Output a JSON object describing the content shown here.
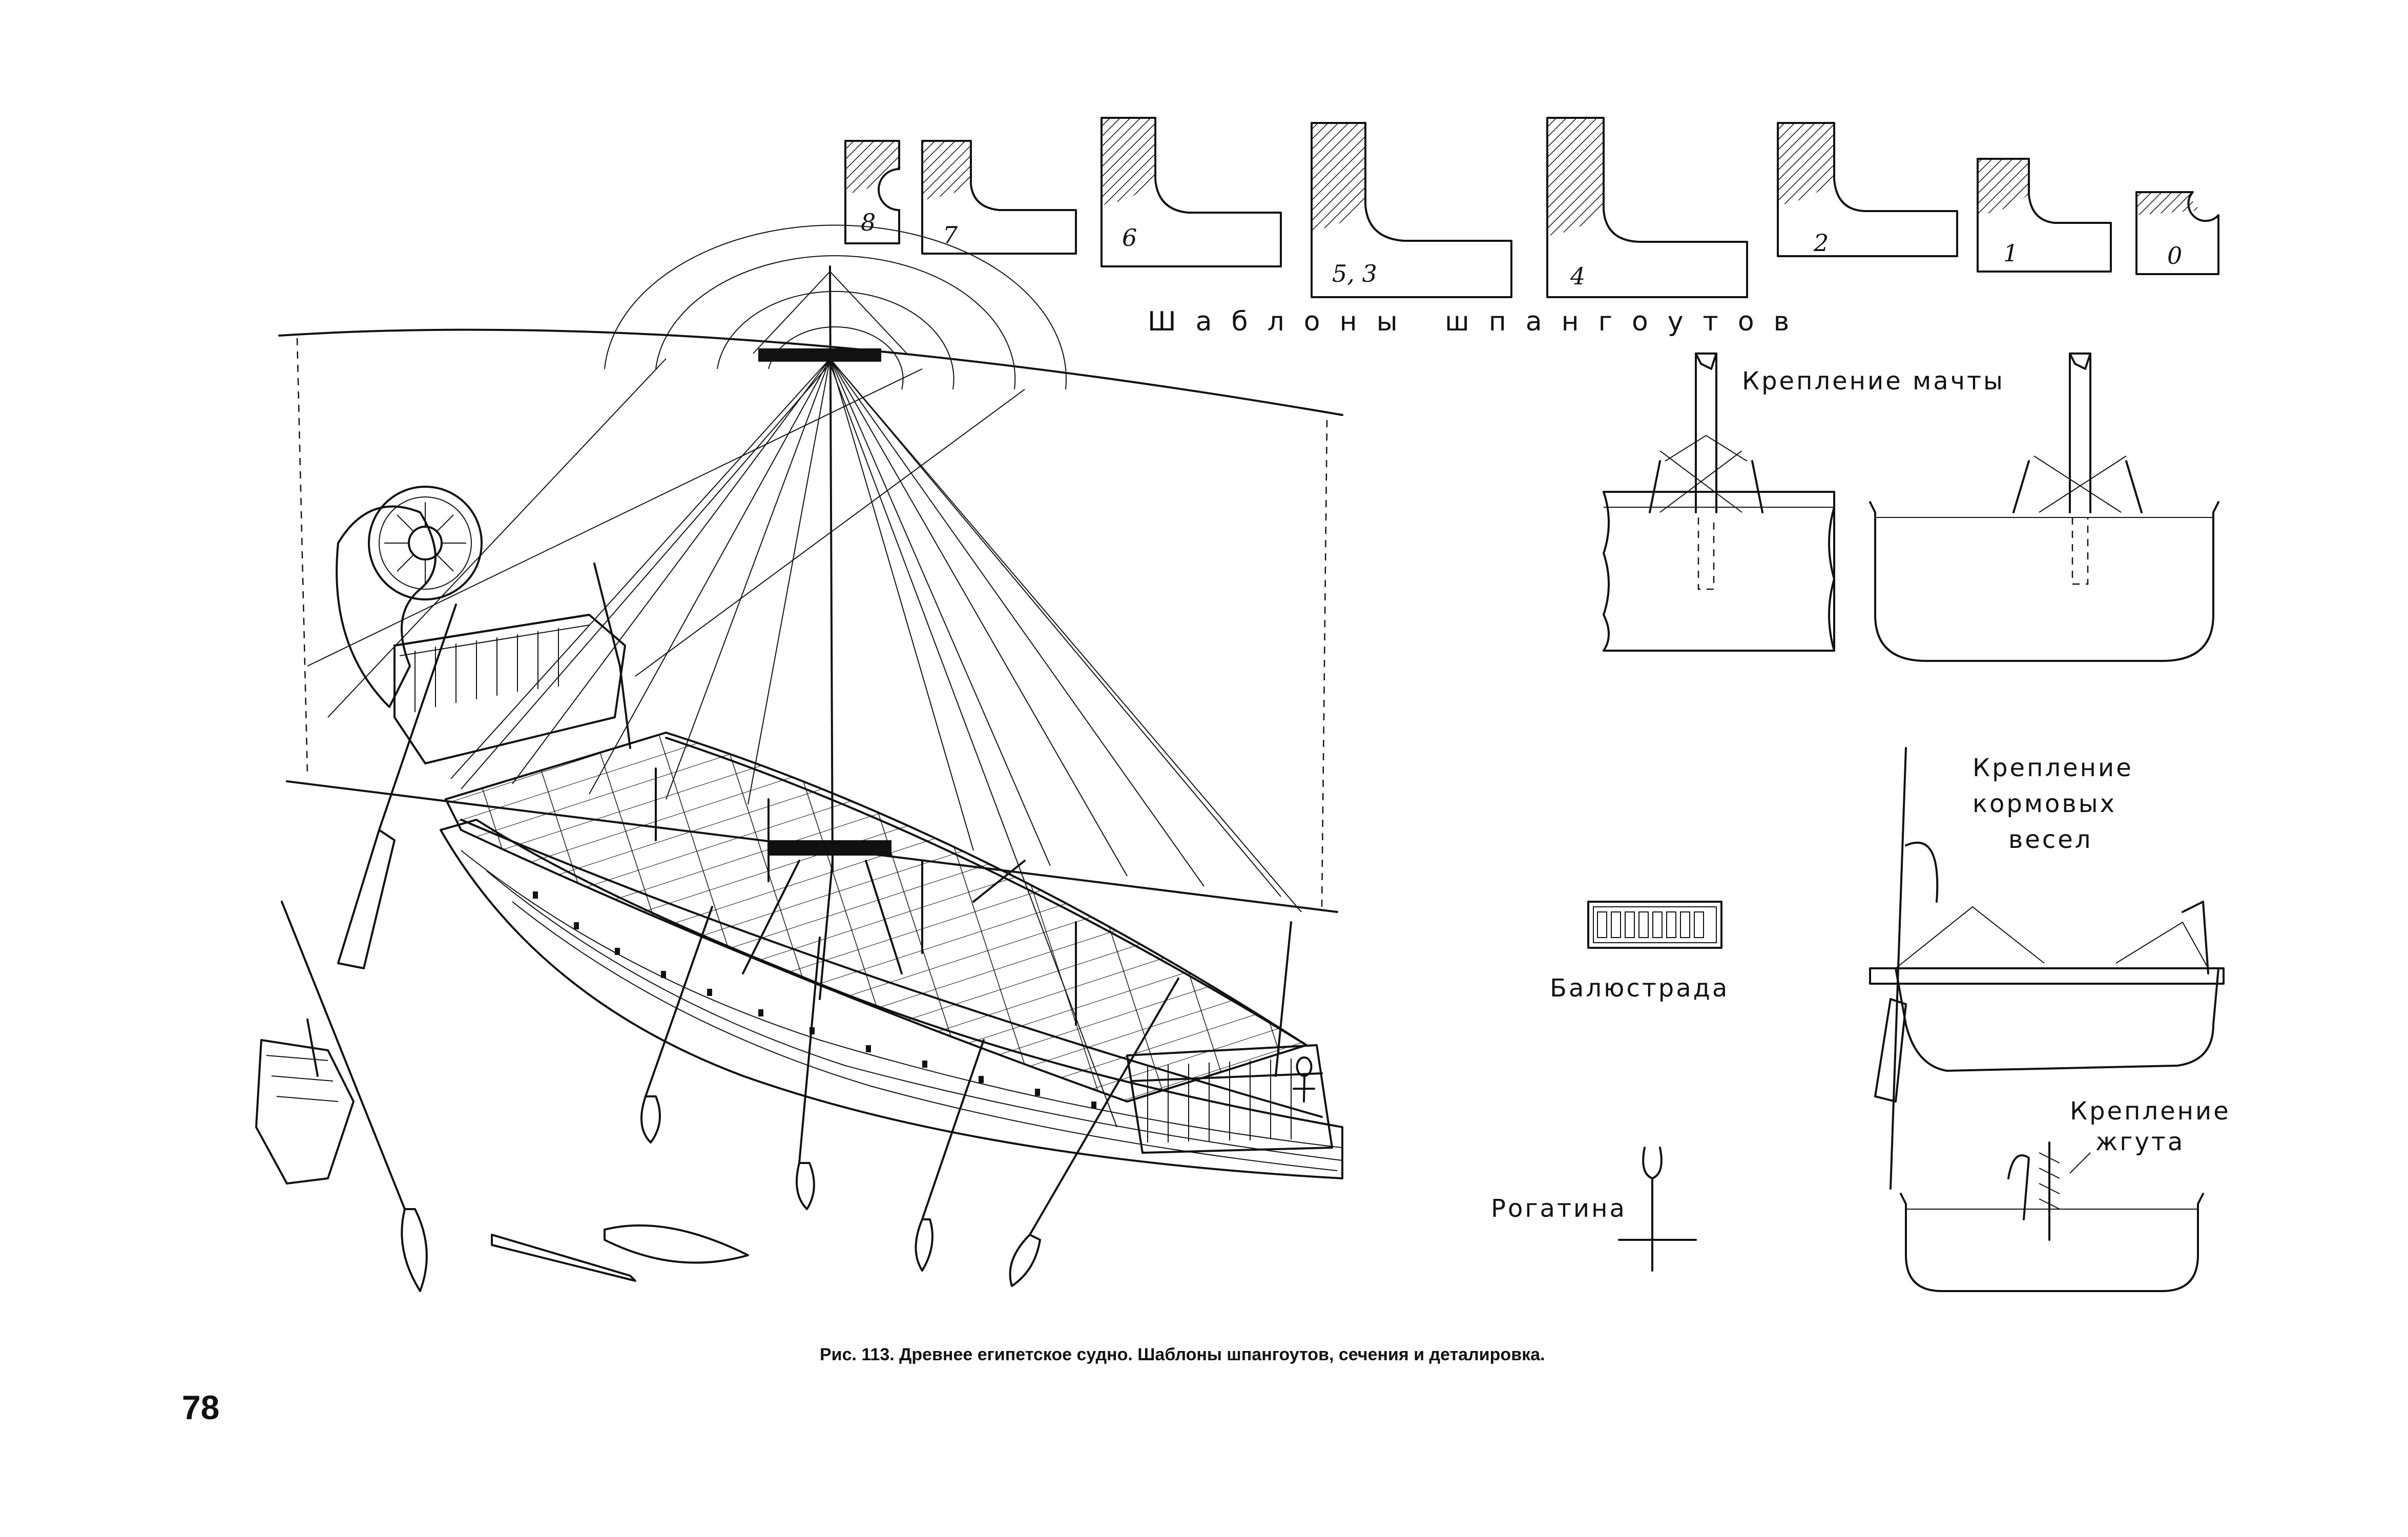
{
  "templates": {
    "heading": "Шаблоны шпангоутов",
    "items": [
      "8",
      "7",
      "6",
      "5, 3",
      "4",
      "2",
      "1",
      "0"
    ]
  },
  "labels": {
    "mast_mount": "Крепление мачты",
    "rudder_mount_line1": "Крепление",
    "rudder_mount_line2": "кормовых",
    "rudder_mount_line3": "весел",
    "balustrade": "Балюстрада",
    "fork": "Рогатина",
    "tourniquet_line1": "Крепление",
    "tourniquet_line2": "жгута"
  },
  "caption": "Рис. 113. Древнее египетское судно. Шаблоны шпангоутов, сечения и деталировка.",
  "page_number": "78"
}
